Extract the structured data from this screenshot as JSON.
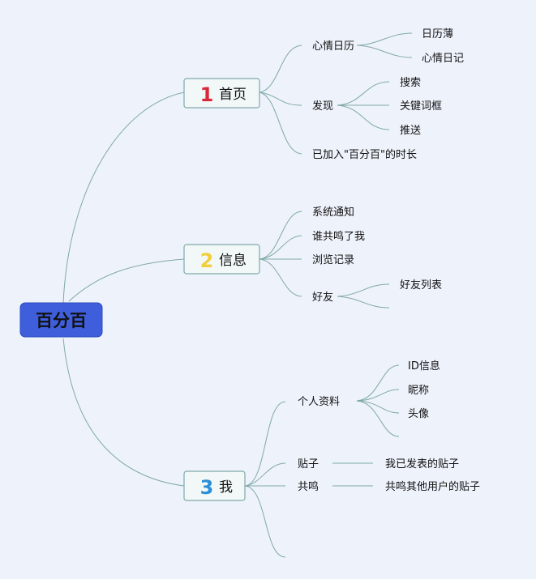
{
  "root": {
    "label": "百分百"
  },
  "branches": [
    {
      "number": "1",
      "number_color": "#d8283a",
      "label": "首页",
      "children": [
        {
          "label": "心情日历",
          "children": [
            "日历薄",
            "心情日记"
          ]
        },
        {
          "label": "发现",
          "children": [
            "搜索",
            "关键词框",
            "推送"
          ]
        },
        {
          "label": "已加入\"百分百\"的时长"
        }
      ]
    },
    {
      "number": "2",
      "number_color": "#f2cf38",
      "label": "信息",
      "children": [
        {
          "label": "系统通知"
        },
        {
          "label": "谁共鸣了我"
        },
        {
          "label": "浏览记录"
        },
        {
          "label": "好友",
          "children": [
            "好友列表",
            ""
          ]
        }
      ]
    },
    {
      "number": "3",
      "number_color": "#2a8fd8",
      "label": "我",
      "children": [
        {
          "label": "个人资料",
          "children": [
            "ID信息",
            "昵称",
            "头像",
            ""
          ]
        },
        {
          "label": "贴子",
          "children": [
            "我已发表的贴子"
          ]
        },
        {
          "label": "共鸣",
          "children": [
            "共鸣其他用户的贴子"
          ]
        },
        {
          "label": ""
        }
      ]
    }
  ]
}
